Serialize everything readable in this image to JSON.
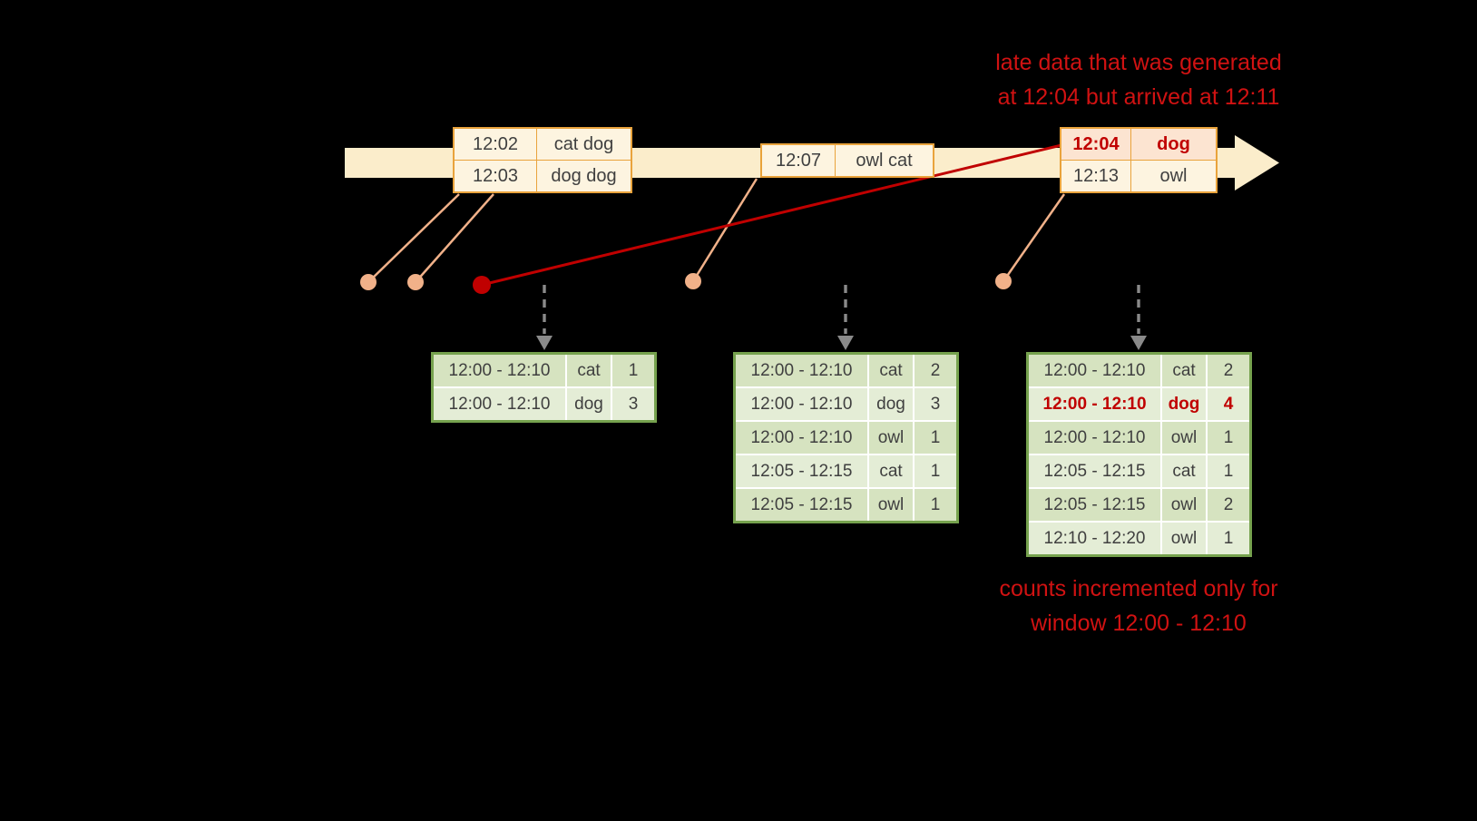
{
  "annotations": {
    "late_data": {
      "line1": "late data that was generated",
      "line2": "at 12:04 but arrived at 12:11"
    },
    "counts": {
      "line1": "counts incremented only for",
      "line2": "window 12:00 - 12:10"
    }
  },
  "timeline": {
    "events": [
      {
        "rows": [
          {
            "time": "12:02",
            "words": "cat dog"
          },
          {
            "time": "12:03",
            "words": "dog dog"
          }
        ]
      },
      {
        "rows": [
          {
            "time": "12:07",
            "words": "owl cat"
          }
        ]
      },
      {
        "rows": [
          {
            "time": "12:04",
            "words": "dog"
          },
          {
            "time": "12:13",
            "words": "owl"
          }
        ]
      }
    ]
  },
  "result_tables": [
    {
      "rows": [
        {
          "window": "12:00 - 12:10",
          "word": "cat",
          "count": "1"
        },
        {
          "window": "12:00 - 12:10",
          "word": "dog",
          "count": "3"
        }
      ]
    },
    {
      "rows": [
        {
          "window": "12:00 - 12:10",
          "word": "cat",
          "count": "2"
        },
        {
          "window": "12:00 - 12:10",
          "word": "dog",
          "count": "3"
        },
        {
          "window": "12:00 - 12:10",
          "word": "owl",
          "count": "1"
        },
        {
          "window": "12:05 - 12:15",
          "word": "cat",
          "count": "1"
        },
        {
          "window": "12:05 - 12:15",
          "word": "owl",
          "count": "1"
        }
      ]
    },
    {
      "rows": [
        {
          "window": "12:00 - 12:10",
          "word": "cat",
          "count": "2"
        },
        {
          "window": "12:00 - 12:10",
          "word": "dog",
          "count": "4"
        },
        {
          "window": "12:00 - 12:10",
          "word": "owl",
          "count": "1"
        },
        {
          "window": "12:05 - 12:15",
          "word": "cat",
          "count": "1"
        },
        {
          "window": "12:05 - 12:15",
          "word": "owl",
          "count": "2"
        },
        {
          "window": "12:10 - 12:20",
          "word": "owl",
          "count": "1"
        }
      ]
    }
  ],
  "colors": {
    "background": "#000000",
    "timeline_fill": "#fbedcb",
    "event_border": "#e9a33c",
    "event_fill": "#fdf4e0",
    "late_event_fill": "#fce4d1",
    "accent_red": "#c00000",
    "annotation_red": "#d01212",
    "dot_salmon": "#f1b189",
    "table_border": "#76a24e",
    "table_row_dark": "#d6e3c0",
    "table_row_light": "#e4edd6",
    "trigger_arrow_gray": "#8a8a8a",
    "cell_text": "#3f3f3f"
  }
}
